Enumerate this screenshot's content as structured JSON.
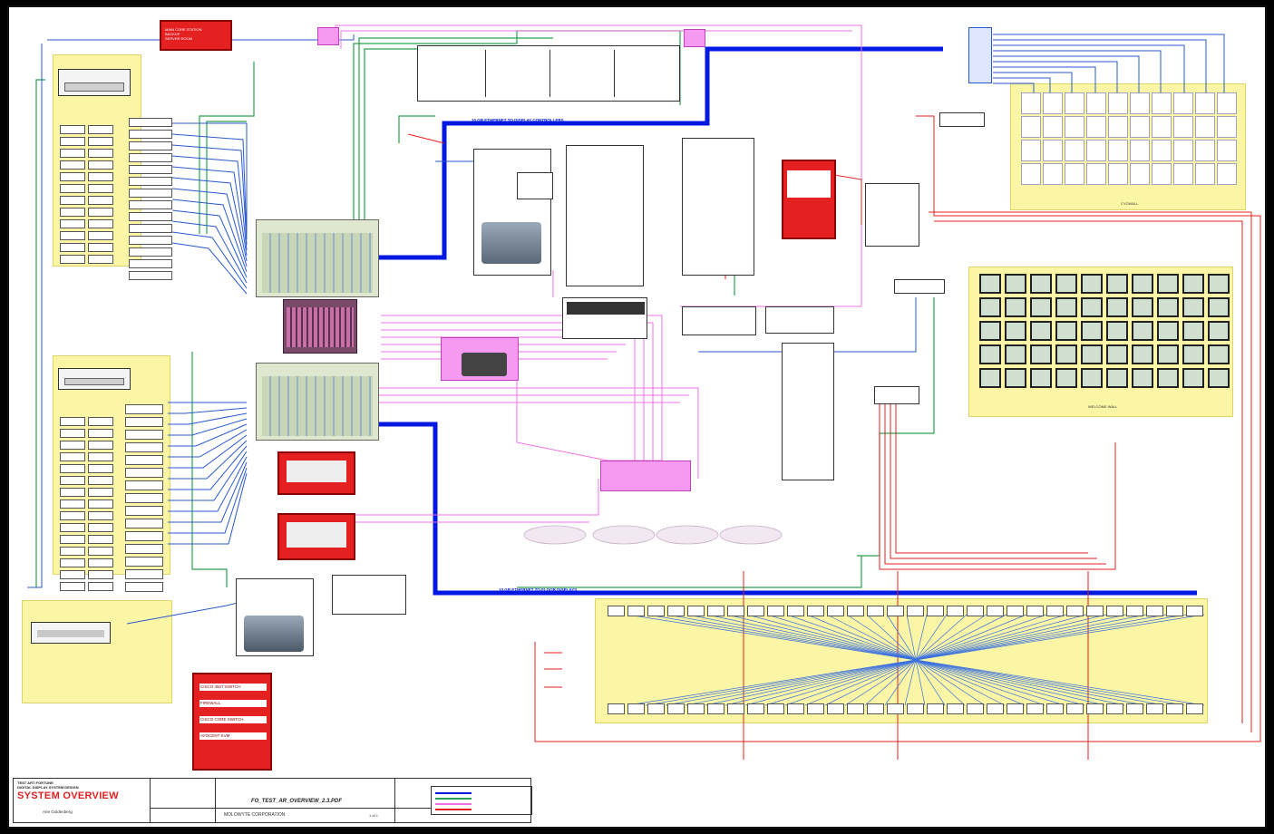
{
  "title_block": {
    "client_lines": [
      "TEST ART FORTUNE",
      "DIGITAL DISPLAY SYSTEM DESIGN"
    ],
    "drawing_title": "SYSTEM OVERVIEW",
    "file_name": "FO_TEST_AR_OVERVIEW_2.3.PDF",
    "corporation": "MOLOWYTE CORPORATION",
    "sheet": "1 of 1",
    "drawn_by": "Arie Goldenberg"
  },
  "walls": {
    "cygwall": "CYGWALL",
    "vessel_wall": "WELCOME WALL"
  },
  "bus_labels": {
    "upper": "10 GB ETHERNET TO DISPLAY CONTROLLERS",
    "lower": "10 GB ETHERNET TO FLOOR DISPLAYS"
  },
  "red_panels": {
    "network": [
      "CISCO 4507 SWITCH",
      "FIREWALL",
      "CISCO CORE SWITCH",
      "AVOCENT KVM"
    ],
    "top_left": [
      "MAIN CORE STATION",
      "BACKUP",
      "SERVER ROOM"
    ]
  },
  "colors": {
    "thick_blue": "#0018e0",
    "blue": "#2a5ad0",
    "green": "#2aa050",
    "pink": "#f070e8",
    "red": "#e52020",
    "yellow": "#fbf6a6"
  }
}
